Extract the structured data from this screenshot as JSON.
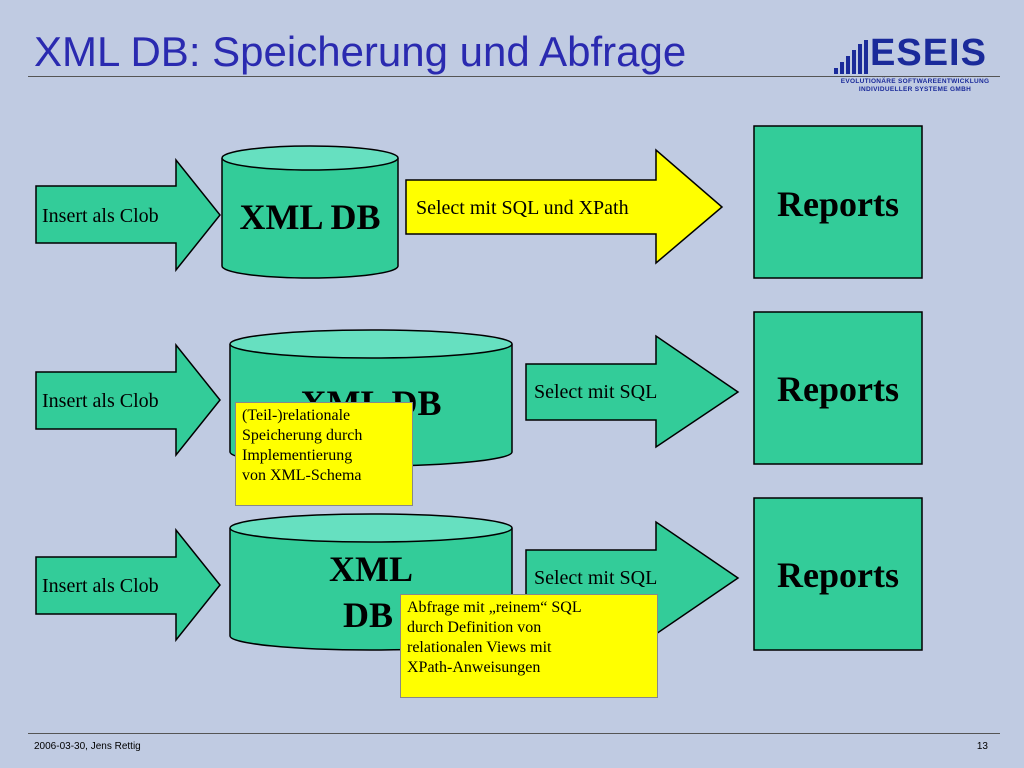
{
  "slide": {
    "title": "XML DB: Speicherung und Abfrage",
    "footer_left": "2006-03-30, Jens Rettig",
    "page_number": "13"
  },
  "logo": {
    "name": "ESEIS",
    "line1": "EVOLUTIONÄRE SOFTWAREENTWICKLUNG",
    "line2": "INDIVIDUELLER SYSTEME GMBH"
  },
  "colors": {
    "background": "#c0cbe2",
    "title": "#2a2ab0",
    "green": "#33cc99",
    "light_green": "#66e0c0",
    "yellow": "#ffff00"
  },
  "rows": [
    {
      "insert": "Insert als Clob",
      "db": "XML DB",
      "select": "Select mit SQL und XPath",
      "report": "Reports"
    },
    {
      "insert": "Insert als Clob",
      "db": "XML DB",
      "select": "Select mit SQL",
      "report": "Reports",
      "note": [
        "(Teil-)relationale",
        "Speicherung durch",
        "Implementierung",
        "von XML-Schema"
      ]
    },
    {
      "insert": "Insert als Clob",
      "db_line1": "XML",
      "db_line2": "DB",
      "select": "Select mit SQL",
      "report": "Reports",
      "note": [
        "Abfrage mit „reinem“ SQL",
        "durch Definition von",
        "relationalen Views mit",
        "XPath-Anweisungen"
      ]
    }
  ]
}
